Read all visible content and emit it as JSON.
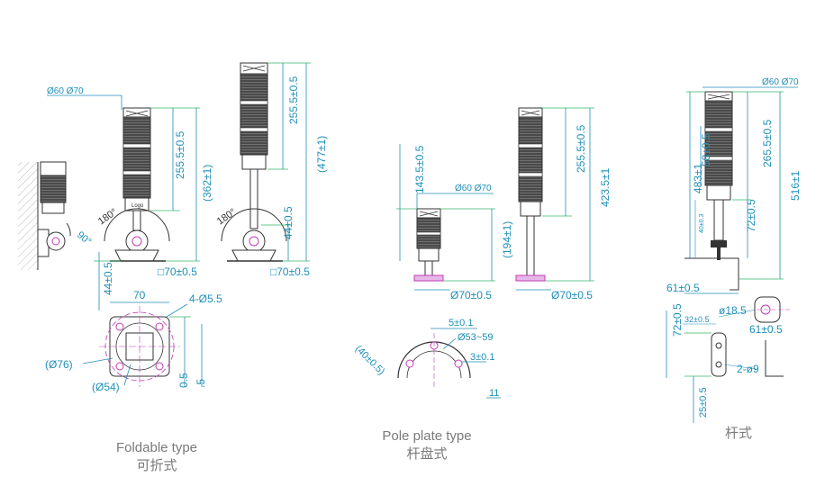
{
  "colors": {
    "dimension": "#1f8fb8",
    "leader": "#35b86a",
    "outline": "#333333",
    "stack": "#555555",
    "caption": "#7a7a7a",
    "base_accent": "#c23bb6",
    "hatch": "#bbbbbb"
  },
  "foldable": {
    "caption_en": "Foldable type",
    "caption_cn": "可折式",
    "diam_top_1": "Ø60 Ø70",
    "height_a": "255.5±0.5",
    "height_a_total": "(362±1)",
    "height_b": "255.5±0.5",
    "height_b_total": "(477±1)",
    "pole_44_a": "44±0.5",
    "pole_44_b": "44±0.5",
    "angle_180_a": "180°",
    "angle_180_b": "180°",
    "angle_90": "90°",
    "square_a": "□70±0.5",
    "square_b": "□70±0.5",
    "plate_width": "70",
    "holes": "4-Ø5.5",
    "circle_76": "(Ø76)",
    "circle_54": "(Ø54)",
    "side_dim_a": "0.5",
    "side_dim_b": ".5",
    "logo": "Logo"
  },
  "pole_plate": {
    "caption_en": "Pole plate type",
    "caption_cn": "杆盘式",
    "height_143": "143.5±0.5",
    "diam_top": "Ø60 Ø70",
    "total_194": "(194±1)",
    "height_255": "255.5±0.5",
    "height_423": "423.5±1",
    "base_a": "Ø70±0.5",
    "base_b": "Ø70±0.5",
    "slot": "5±0.1",
    "circle_53": "Ø53~59",
    "offset_3": "3±0.1",
    "radius_40": "(40±0.5)",
    "small_11": "11"
  },
  "pole": {
    "caption_cn": "杆式",
    "diam_top": "Ø60 Ø70",
    "height_483": "483±1",
    "height_58": "58±0.5",
    "height_265": "265.5±0.5",
    "height_516": "516±1",
    "height_72": "72±0.5",
    "small_vertical": "40±0.3",
    "bracket_61": "61±0.5",
    "hole_18": "ø18.5",
    "side_72": "72±0.5",
    "side_32": "32±0.5",
    "side_61": "61±0.5",
    "side_9": "2-ø9",
    "side_25": "25±0.5"
  }
}
